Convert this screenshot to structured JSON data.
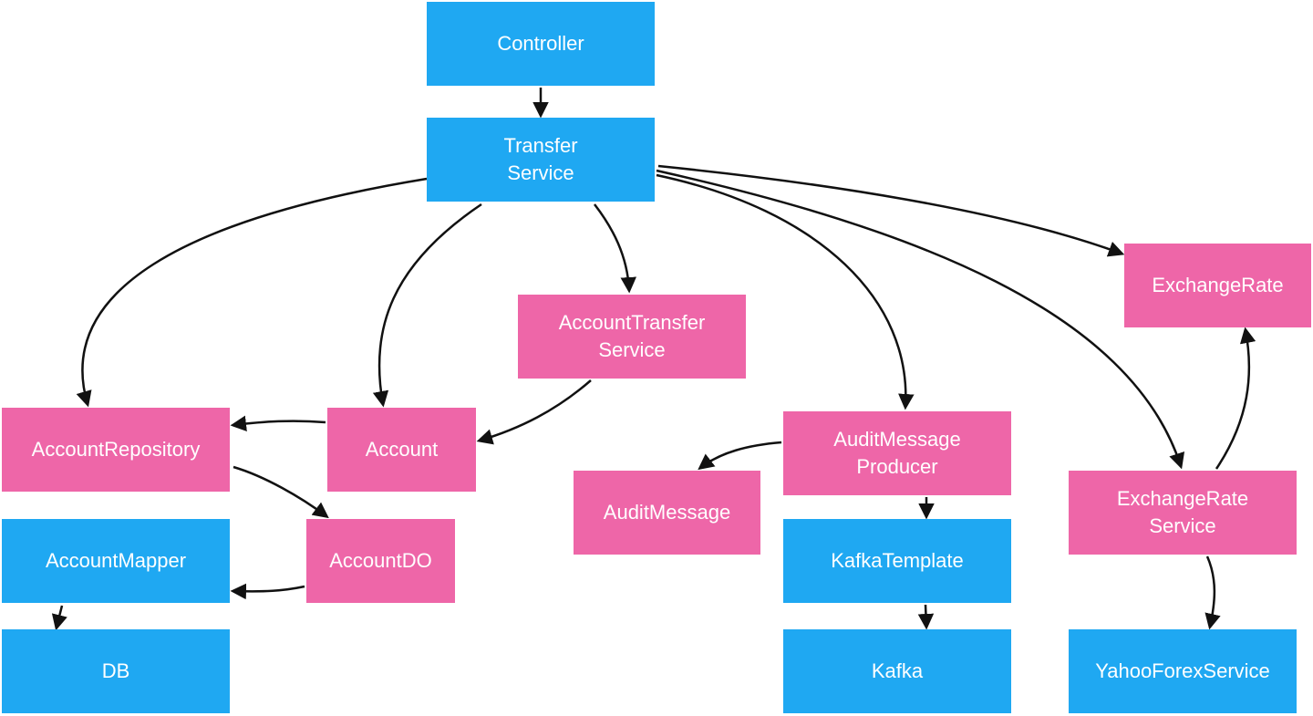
{
  "diagram": {
    "colors": {
      "infrastructure": "#1fa8f2",
      "domain": "#ee66a8",
      "arrow": "#111111",
      "background": "#ffffff"
    },
    "nodes": [
      {
        "id": "controller",
        "label": "Controller",
        "kind": "infrastructure"
      },
      {
        "id": "transfer-service",
        "label": "Transfer\nService",
        "kind": "infrastructure"
      },
      {
        "id": "exchange-rate",
        "label": "ExchangeRate",
        "kind": "domain"
      },
      {
        "id": "account-transfer-service",
        "label": "AccountTransfer\nService",
        "kind": "domain"
      },
      {
        "id": "account-repository",
        "label": "AccountRepository",
        "kind": "domain"
      },
      {
        "id": "account",
        "label": "Account",
        "kind": "domain"
      },
      {
        "id": "audit-message-producer",
        "label": "AuditMessage\nProducer",
        "kind": "domain"
      },
      {
        "id": "audit-message",
        "label": "AuditMessage",
        "kind": "domain"
      },
      {
        "id": "exchange-rate-service",
        "label": "ExchangeRate\nService",
        "kind": "domain"
      },
      {
        "id": "account-mapper",
        "label": "AccountMapper",
        "kind": "infrastructure"
      },
      {
        "id": "account-do",
        "label": "AccountDO",
        "kind": "domain"
      },
      {
        "id": "kafka-template",
        "label": "KafkaTemplate",
        "kind": "infrastructure"
      },
      {
        "id": "db",
        "label": "DB",
        "kind": "infrastructure"
      },
      {
        "id": "kafka",
        "label": "Kafka",
        "kind": "infrastructure"
      },
      {
        "id": "yahoo-forex-service",
        "label": "YahooForexService",
        "kind": "infrastructure"
      }
    ],
    "edges": [
      {
        "from": "controller",
        "to": "transfer-service"
      },
      {
        "from": "transfer-service",
        "to": "account-repository"
      },
      {
        "from": "transfer-service",
        "to": "account"
      },
      {
        "from": "transfer-service",
        "to": "account-transfer-service"
      },
      {
        "from": "transfer-service",
        "to": "audit-message-producer"
      },
      {
        "from": "transfer-service",
        "to": "exchange-rate-service"
      },
      {
        "from": "transfer-service",
        "to": "exchange-rate"
      },
      {
        "from": "account-transfer-service",
        "to": "account"
      },
      {
        "from": "account",
        "to": "account-repository"
      },
      {
        "from": "account-repository",
        "to": "account-do"
      },
      {
        "from": "account-do",
        "to": "account-mapper"
      },
      {
        "from": "account-mapper",
        "to": "db"
      },
      {
        "from": "audit-message-producer",
        "to": "audit-message"
      },
      {
        "from": "audit-message-producer",
        "to": "kafka-template"
      },
      {
        "from": "kafka-template",
        "to": "kafka"
      },
      {
        "from": "exchange-rate-service",
        "to": "exchange-rate"
      },
      {
        "from": "exchange-rate-service",
        "to": "yahoo-forex-service"
      }
    ]
  }
}
